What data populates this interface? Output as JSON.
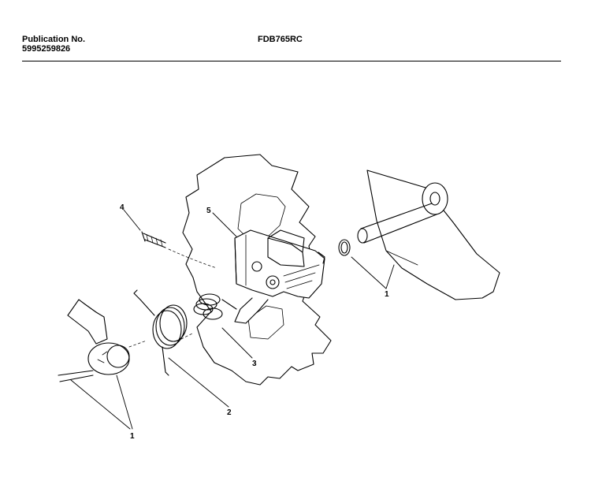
{
  "header": {
    "publication_label": "Publication No.",
    "publication_number": "5995259826",
    "model": "FDB765RC"
  },
  "callouts": {
    "one_right": "1",
    "one_left": "1",
    "two": "2",
    "three": "3",
    "four": "4",
    "five": "5"
  }
}
